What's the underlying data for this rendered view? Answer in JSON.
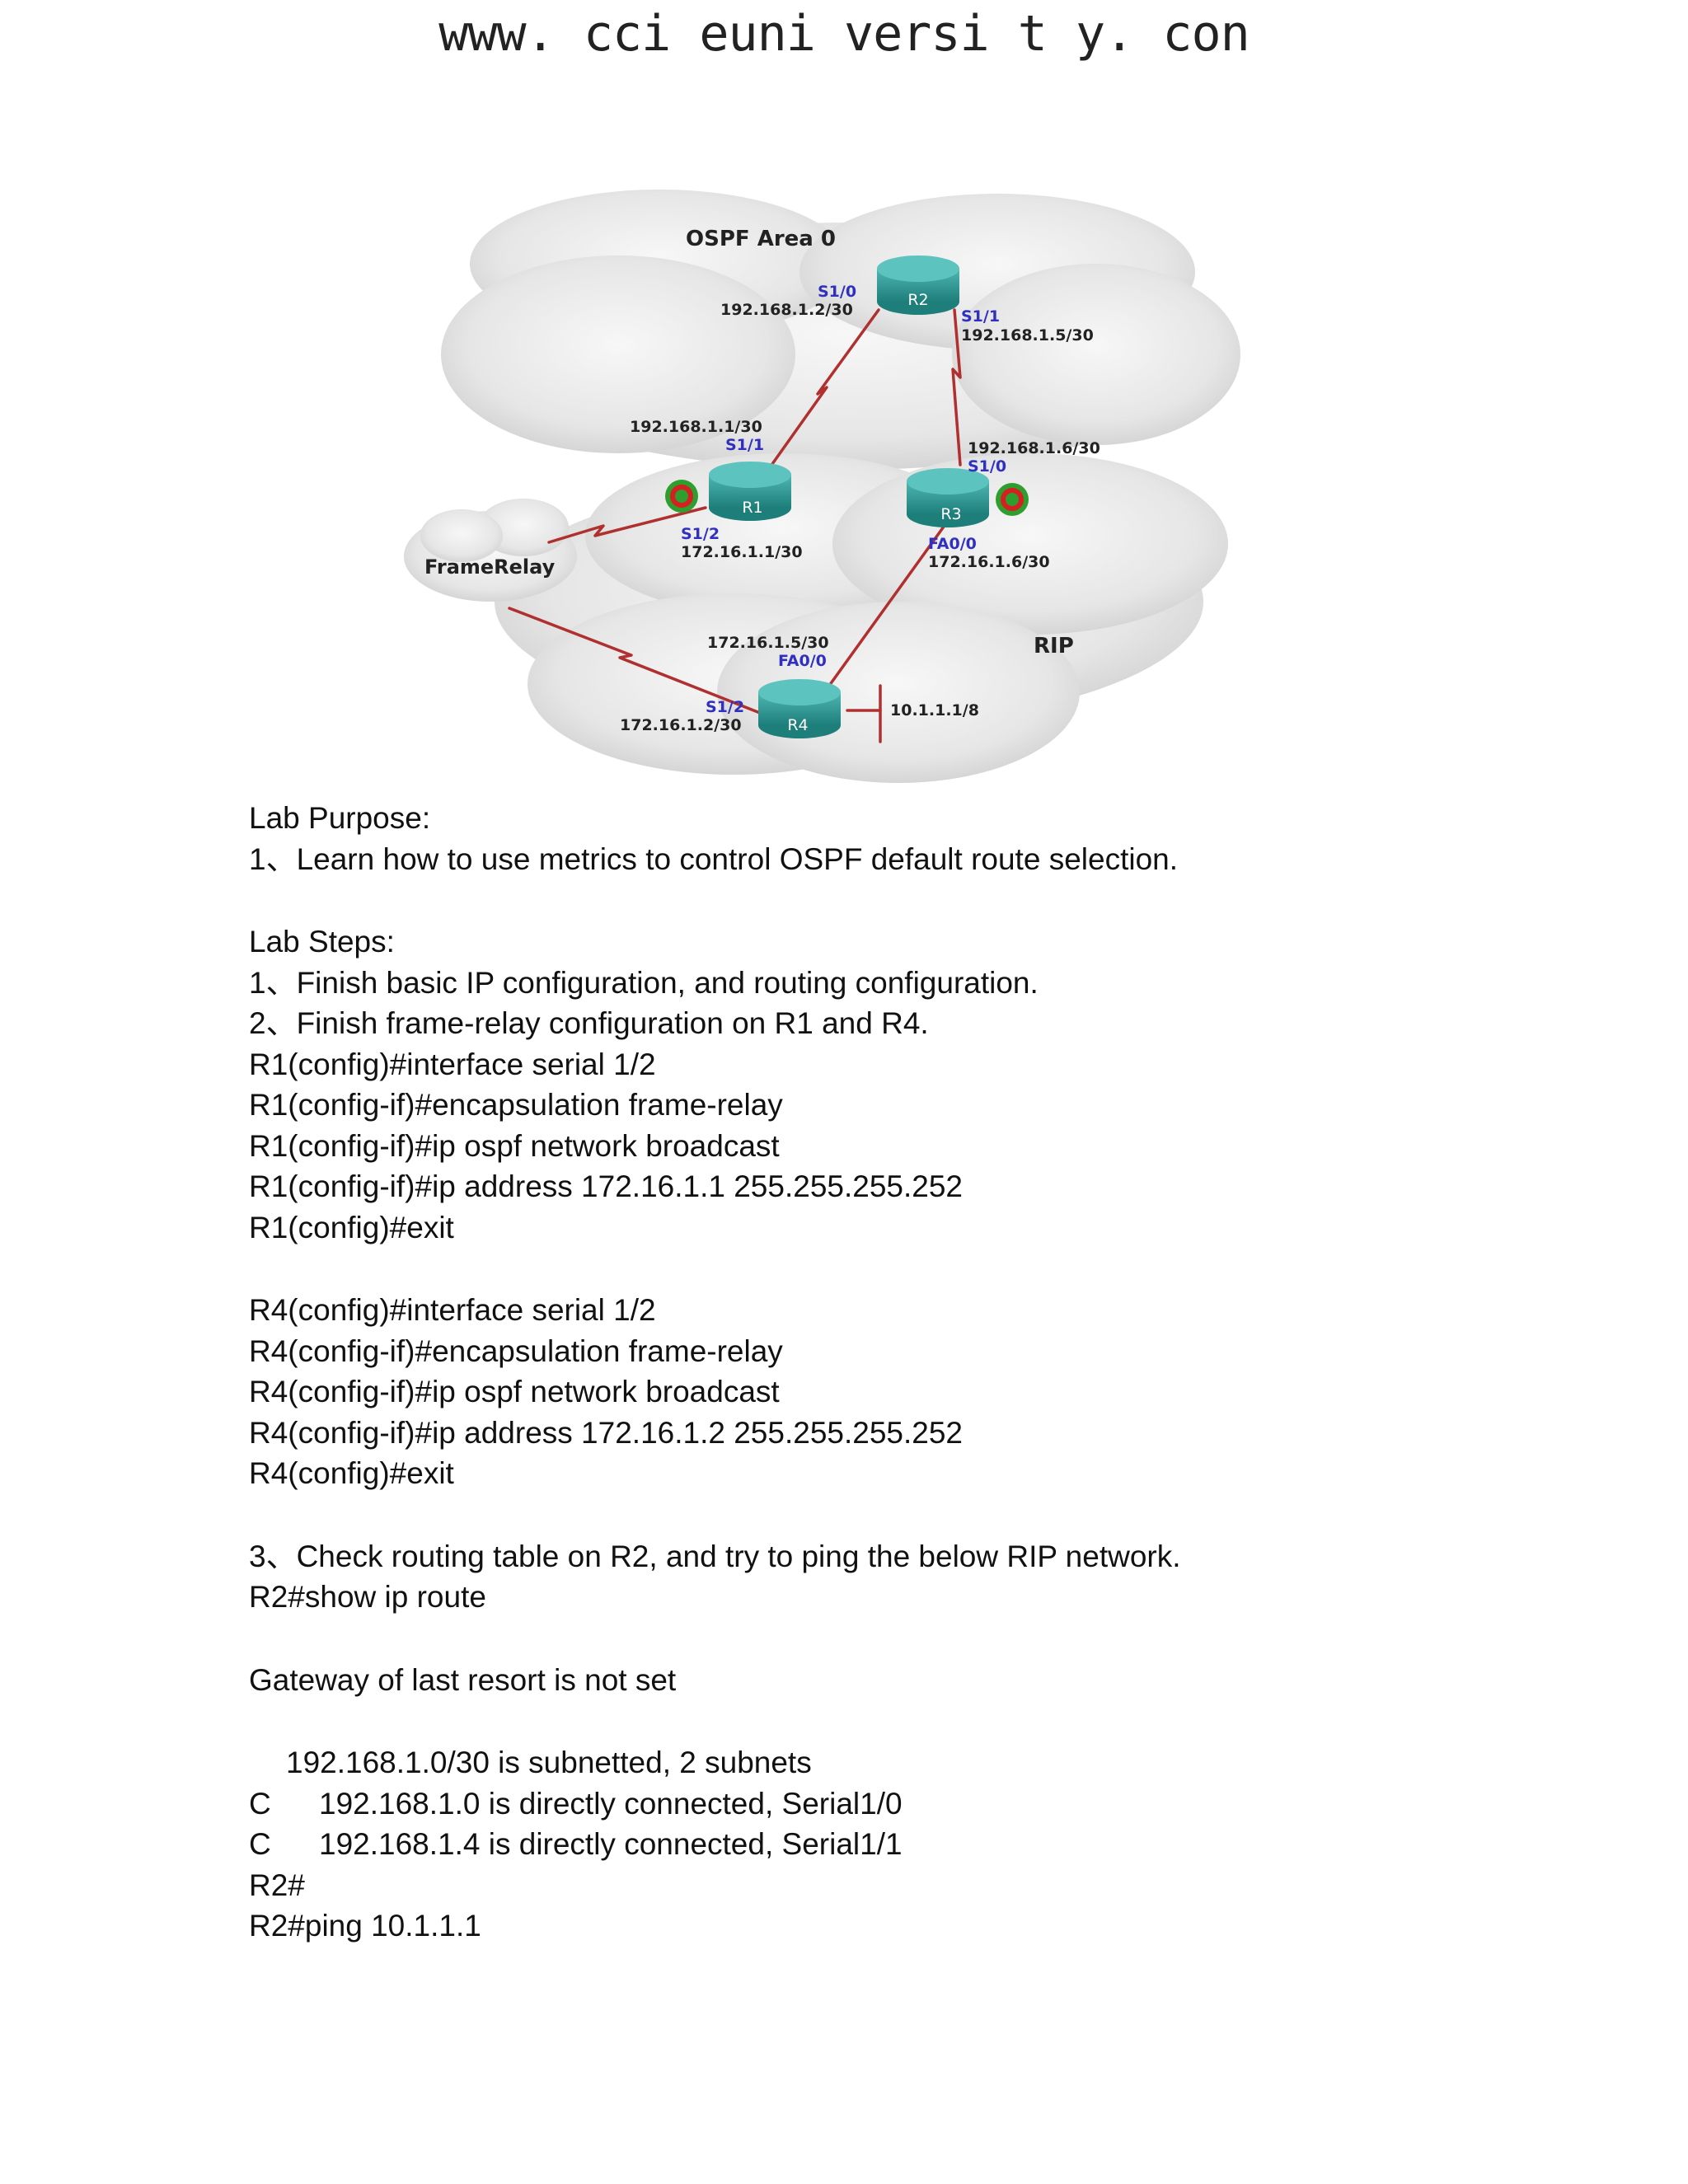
{
  "header": {
    "site": "www. cci euni versi t y. con"
  },
  "diagram": {
    "area_ospf": "OSPF Area 0",
    "area_rip": "RIP",
    "frame_relay": "FrameRelay",
    "routers": [
      "R1",
      "R2",
      "R3",
      "R4"
    ],
    "labels": {
      "r2_s10": "S1/0",
      "r2_s10_ip": "192.168.1.2/30",
      "r2_s11": "S1/1",
      "r2_s11_ip": "192.168.1.5/30",
      "r1_s11_ip": "192.168.1.1/30",
      "r1_s11": "S1/1",
      "r1_s12": "S1/2",
      "r1_s12_ip": "172.16.1.1/30",
      "r3_s10_ip": "192.168.1.6/30",
      "r3_s10": "S1/0",
      "r3_fa00": "FA0/0",
      "r3_fa00_ip": "172.16.1.6/30",
      "r4_fa00_ip": "172.16.1.5/30",
      "r4_fa00": "FA0/0",
      "r4_s12": "S1/2",
      "r4_s12_ip": "172.16.1.2/30",
      "r4_lan": "10.1.1.1/8"
    }
  },
  "content": {
    "purpose_title": "Lab Purpose:",
    "purpose_1": "1、Learn how to use metrics to control OSPF default route selection.",
    "steps_title": "Lab Steps:",
    "step_1": "1、Finish basic IP configuration, and routing configuration.",
    "step_2": "2、Finish frame-relay configuration on R1 and R4.",
    "r1_cmds": [
      "R1(config)#interface serial 1/2",
      "R1(config-if)#encapsulation frame-relay",
      "R1(config-if)#ip ospf network broadcast",
      "R1(config-if)#ip address 172.16.1.1 255.255.255.252",
      "R1(config)#exit"
    ],
    "r4_cmds": [
      "R4(config)#interface serial 1/2",
      "R4(config-if)#encapsulation frame-relay",
      "R4(config-if)#ip ospf network broadcast",
      "R4(config-if)#ip address 172.16.1.2 255.255.255.252",
      "R4(config)#exit"
    ],
    "step_3": "3、Check routing table on R2, and try to ping the below RIP network.",
    "show_cmd": "R2#show ip route",
    "gateway": "Gateway of last resort is not set",
    "subnetted": "192.168.1.0/30 is subnetted, 2 subnets",
    "routes": [
      {
        "code": "C",
        "text": "192.168.1.0 is directly connected, Serial1/0"
      },
      {
        "code": "C",
        "text": "192.168.1.4 is directly connected, Serial1/1"
      }
    ],
    "prompt": "R2#",
    "ping": "R2#ping 10.1.1.1"
  }
}
